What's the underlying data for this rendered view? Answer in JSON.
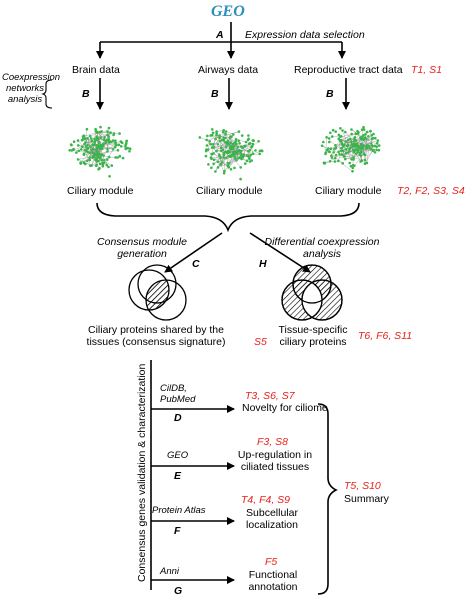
{
  "colors": {
    "accent_red": "#e8231a",
    "geo_blue": "#2a8fbd",
    "network_green": "#39b54a"
  },
  "title": "GEO",
  "steps": {
    "A": {
      "letter": "A",
      "label": "Expression data selection"
    },
    "B": {
      "letter": "B",
      "side_label_line1": "Coexpression",
      "side_label_line2": "networks",
      "side_label_line3": "analysis"
    },
    "C": {
      "letter": "C",
      "label_line1": "Consensus module",
      "label_line2": "generation"
    },
    "H": {
      "letter": "H",
      "label_line1": "Differential coexpression",
      "label_line2": "analysis"
    },
    "D": {
      "letter": "D",
      "source_line1": "CilDB,",
      "source_line2": "PubMed"
    },
    "E": {
      "letter": "E",
      "source": "GEO"
    },
    "F": {
      "letter": "F",
      "source": "Protein Atlas"
    },
    "G": {
      "letter": "G",
      "source": "Anni"
    }
  },
  "datasets": [
    {
      "label": "Brain data",
      "letter": "B",
      "module": "Ciliary module"
    },
    {
      "label": "Airways data",
      "letter": "B",
      "module": "Ciliary module"
    },
    {
      "label": "Reproductive tract data",
      "letter": "B",
      "module": "Ciliary module"
    }
  ],
  "refs": {
    "reproductive": "T1, S1",
    "modules": "T2, F2, S3, S4",
    "consensus": "S5",
    "tissue_specific": "T6, F6, S11",
    "novelty": "T3, S6, S7",
    "upreg": "F3, S8",
    "subcell": "T4, F4, S9",
    "functional": "F5",
    "summary": "T5, S10"
  },
  "results": {
    "consensus_line1": "Ciliary proteins shared by the",
    "consensus_line2": "tissues (consensus signature)",
    "tissue_line1": "Tissue-specific",
    "tissue_line2": "ciliary proteins",
    "vertical_label": "Consensus genes validation & characterization",
    "novelty": "Novelty for ciliome",
    "upreg_line1": "Up-regulation in",
    "upreg_line2": "ciliated tissues",
    "subcell_line1": "Subcellular",
    "subcell_line2": "localization",
    "functional_line1": "Functional",
    "functional_line2": "annotation",
    "summary": "Summary"
  }
}
